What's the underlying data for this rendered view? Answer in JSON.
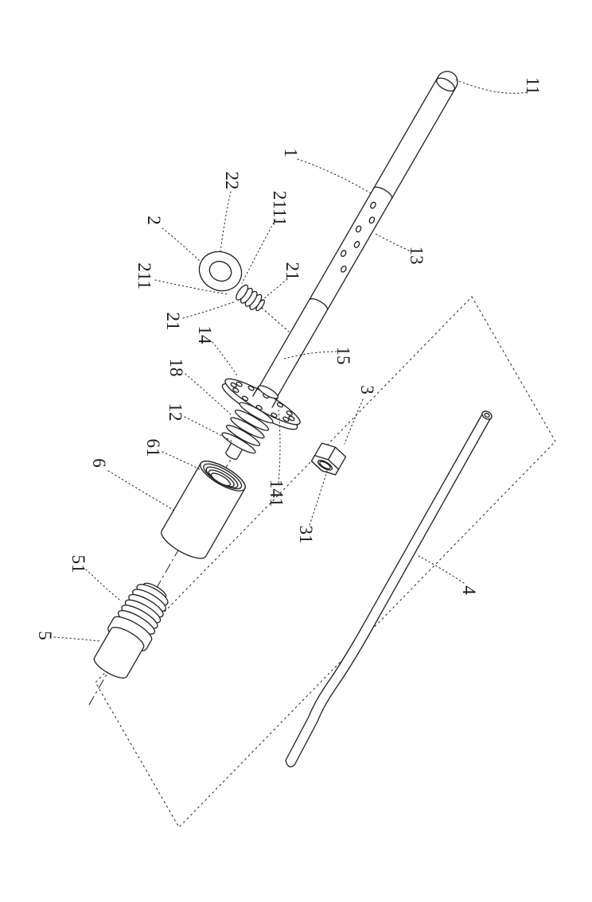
{
  "figure": {
    "kind": "patent-exploded-view",
    "background": "#ffffff",
    "line_color": "#1f1f1f",
    "label_color": "#1a1a1a",
    "labels": [
      {
        "text": "11"
      },
      {
        "text": "1"
      },
      {
        "text": "22"
      },
      {
        "text": "2"
      },
      {
        "text": "2111"
      },
      {
        "text": "211"
      },
      {
        "text": "21"
      },
      {
        "text": "21"
      },
      {
        "text": "13"
      },
      {
        "text": "14"
      },
      {
        "text": "15"
      },
      {
        "text": "18"
      },
      {
        "text": "12"
      },
      {
        "text": "61"
      },
      {
        "text": "6"
      },
      {
        "text": "3"
      },
      {
        "text": "141"
      },
      {
        "text": "31"
      },
      {
        "text": "51"
      },
      {
        "text": "5"
      },
      {
        "text": "4"
      }
    ]
  }
}
